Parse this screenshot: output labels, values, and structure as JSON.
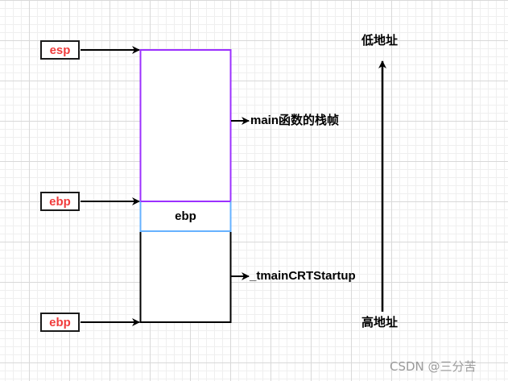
{
  "registers": [
    {
      "id": "esp",
      "label": "esp"
    },
    {
      "id": "ebp-top",
      "label": "ebp"
    },
    {
      "id": "ebp-bottom",
      "label": "ebp"
    }
  ],
  "stack": {
    "saved_ebp_label": "ebp",
    "frames": [
      {
        "name": "main-frame",
        "label": "main函数的栈帧",
        "border_color": "#9b30ff"
      },
      {
        "name": "saved-ebp",
        "label": "ebp",
        "border_color": "#66b2ff"
      },
      {
        "name": "tmaincrtstartup-frame",
        "label": "_tmainCRTStartup",
        "border_color": "#000000"
      }
    ]
  },
  "address_axis": {
    "low_label": "低地址",
    "high_label": "高地址"
  },
  "colors": {
    "register_text": "#f03c3c",
    "main_frame_border": "#9b30ff",
    "saved_ebp_border": "#66b2ff"
  },
  "watermark": "CSDN @三分苦"
}
